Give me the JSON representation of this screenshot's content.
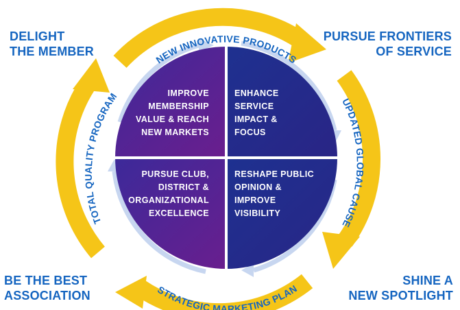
{
  "corners": {
    "top_left": [
      "DELIGHT",
      "THE MEMBER"
    ],
    "top_right": [
      "PURSUE FRONTIERS",
      "OF SERVICE"
    ],
    "bottom_left": [
      "BE THE BEST",
      "ASSOCIATION"
    ],
    "bottom_right": [
      "SHINE A",
      "NEW SPOTLIGHT"
    ]
  },
  "arcs": {
    "top": "NEW INNOVATIVE PRODUCTS",
    "right": "UPDATED GLOBAL CAUSE",
    "bottom": "STRATEGIC MARKETING PLAN",
    "left": "TOTAL QUALITY PROGRAM"
  },
  "quadrants": {
    "top_left": [
      "IMPROVE",
      "MEMBERSHIP",
      "VALUE & REACH",
      "NEW MARKETS"
    ],
    "top_right": [
      "ENHANCE",
      "SERVICE",
      "IMPACT &",
      "FOCUS"
    ],
    "bottom_left": [
      "PURSUE CLUB,",
      "DISTRICT &",
      "ORGANIZATIONAL",
      "EXCELLENCE"
    ],
    "bottom_right": [
      "RESHAPE PUBLIC",
      "OPINION &",
      "IMPROVE",
      "VISIBILITY"
    ]
  },
  "colors": {
    "arrow_yellow": "#f5c518",
    "inner_arrow": "#c7d6f0",
    "corner_text": "#1565c0",
    "quadrant_purple": "#5a1c8c",
    "quadrant_navy": "#1e2a8c"
  }
}
